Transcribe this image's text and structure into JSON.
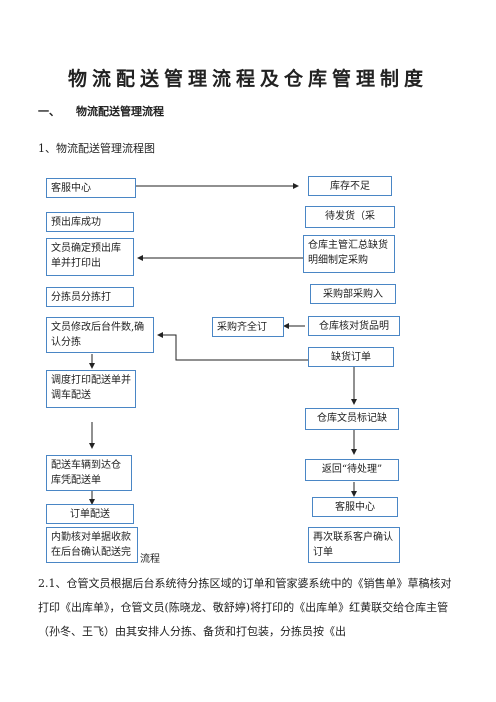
{
  "title": "物流配送管理流程及仓库管理制度",
  "section": {
    "num": "一、",
    "label": "物流配送管理流程"
  },
  "subheading": "1、物流配送管理流程图",
  "flow_left": [
    "客服中心",
    "预出库成功",
    "文员确定预出库单并打印出",
    "分拣员分拣打",
    "文员修改后台件数,确认分拣",
    "调度打印配送单并调车配送",
    "配送车辆到达仓库凭配送单",
    "订单配送",
    "内勤核对单据收款在后台确认配送完"
  ],
  "flow_left_suffix": "流程",
  "flow_mid": "采购齐全订",
  "flow_right": [
    "库存不足",
    "待发货（采",
    "仓库主管汇总缺货明细制定采购",
    "采购部采购入",
    "仓库核对货品明",
    "缺货订单",
    "仓库文员标记缺",
    "返回“待处理”",
    "客服中心",
    "再次联系客户确认订单"
  ],
  "paragraph": "2.1、仓管文员根据后台系统待分拣区域的订单和管家婆系统中的《销售单》草稿核对打印《出库单》，仓管文员(陈晓龙、敬舒婷)将打印的《出库单》红黄联交给仓库主管（孙冬、王飞）由其安排人分拣、备货和打包装，分拣员按《出"
}
